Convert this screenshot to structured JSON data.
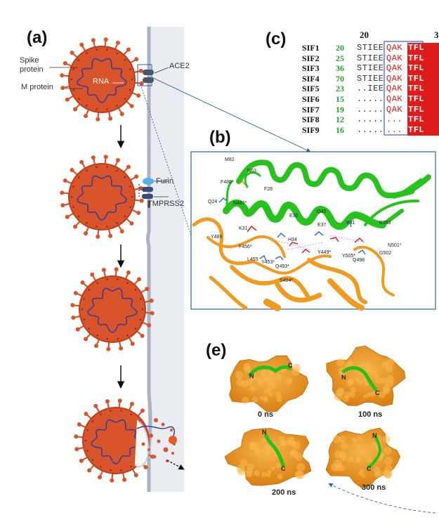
{
  "panel_a": {
    "label": "(a)",
    "spike_label": "Spike\nprotein",
    "spike_line1": "Spike",
    "spike_line2": "protein",
    "m_label": "M protein",
    "rna_label": "RNA",
    "ace2_label": "ACE2",
    "furin_label": "Furin",
    "tmprss2_label": "TMPRSS2"
  },
  "panel_b": {
    "label": "(b)",
    "residues": [
      "M82",
      "N63",
      "F486*",
      "F28",
      "Q24",
      "N487*",
      "K31",
      "E35",
      "Q42",
      "Y41",
      "K353",
      "Y489",
      "F456*",
      "H34",
      "E37",
      "Y449*",
      "N501*",
      "G502",
      "L455",
      "Y453*",
      "Q493*",
      "Y505*",
      "Q498",
      "S494*"
    ]
  },
  "panel_c": {
    "label": "(c)",
    "header_pos1": "20",
    "header_pos2": "3",
    "rows": [
      {
        "name": "SIF1",
        "num": "20",
        "gray": "STIEE",
        "red": "QAK",
        "white": "TFL"
      },
      {
        "name": "SIF2",
        "num": "25",
        "gray": "STIEE",
        "red": "QAK",
        "white": "TFL"
      },
      {
        "name": "SIF3",
        "num": "36",
        "gray": "STIEE",
        "red": "QAK",
        "white": "TFL"
      },
      {
        "name": "SIF4",
        "num": "70",
        "gray": "STIEE",
        "red": "QAK",
        "white": "TFL"
      },
      {
        "name": "SIF5",
        "num": "23",
        "gray": "..IEE",
        "red": "QAK",
        "white": "TFL"
      },
      {
        "name": "SIF6",
        "num": "15",
        "gray": ".....",
        "red": "QAK",
        "white": "TFL"
      },
      {
        "name": "SIF7",
        "num": "19",
        "gray": ".....",
        "red": "QAK",
        "white": "TFL"
      },
      {
        "name": "SIF8",
        "num": "12",
        "gray": ".....",
        "red": "...",
        "white": "TFL"
      },
      {
        "name": "SIF9",
        "num": "16",
        "gray": ".....",
        "red": "...",
        "white": "TFL"
      }
    ]
  },
  "panel_e": {
    "label": "(e)",
    "snapshots": [
      {
        "time": "0 ns"
      },
      {
        "time": "100 ns"
      },
      {
        "time": "200 ns"
      },
      {
        "time": "300 ns"
      }
    ],
    "n_label": "N",
    "c_label": "C"
  },
  "colors": {
    "virus": "#d9532b",
    "virus_dark": "#b8401d",
    "rna": "#3b3f8f",
    "membrane": "#c3cad3",
    "cell_bg": "#e9edf2",
    "helix": "#27c21d",
    "orange_protein": "#f09a1e",
    "surface": "#ef9b22",
    "seq_red": "#e01b1b",
    "seq_num": "#22a222",
    "furin": "#56b3e8",
    "tmprss2": "#3c4a7a"
  }
}
